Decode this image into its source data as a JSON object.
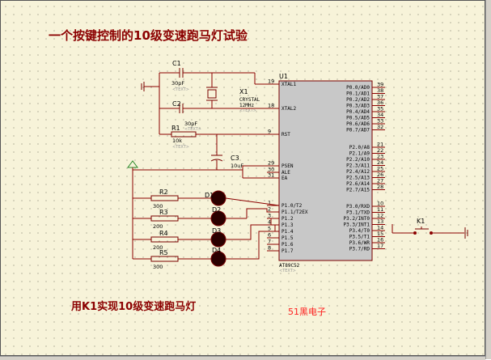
{
  "title": "一个按键控制的10级变速跑马灯试验",
  "caption": "用K1实现10级变速跑马灯",
  "watermark": "51黑电子",
  "components": {
    "c1": {
      "ref": "C1",
      "value": "30pF",
      "sub": "<TEXT>"
    },
    "c2": {
      "ref": "C2",
      "value": "30pF",
      "sub": "<TEXT>"
    },
    "c3": {
      "ref": "C3",
      "value": "10uF",
      "sub": "<TEXT>"
    },
    "x1": {
      "ref": "X1",
      "value1": "CRYSTAL",
      "value2": "12MHz",
      "sub": "<TEXT>"
    },
    "r1": {
      "ref": "R1",
      "value": "10k",
      "sub": "<TEXT>"
    },
    "r2": {
      "ref": "R2",
      "value": "300"
    },
    "r3": {
      "ref": "R3",
      "value": "200"
    },
    "r4": {
      "ref": "R4",
      "value": "200"
    },
    "r5": {
      "ref": "R5",
      "value": "300"
    },
    "d1": {
      "ref": "D1"
    },
    "d2": {
      "ref": "D2"
    },
    "d3": {
      "ref": "D3"
    },
    "d4": {
      "ref": "D4"
    },
    "k1": {
      "ref": "K1"
    },
    "u1": {
      "ref": "U1",
      "part": "AT89C52",
      "sub": "<TEXT>"
    }
  },
  "u1_left_pins": [
    {
      "num": "19",
      "name": "XTAL1"
    },
    {
      "num": "18",
      "name": "XTAL2"
    },
    {
      "num": "9",
      "name": "RST"
    },
    {
      "num": "29",
      "name": "PSEN"
    },
    {
      "num": "30",
      "name": "ALE"
    },
    {
      "num": "31",
      "name": "EA"
    },
    {
      "num": "1",
      "name": "P1.0/T2"
    },
    {
      "num": "2",
      "name": "P1.1/T2EX"
    },
    {
      "num": "3",
      "name": "P1.2"
    },
    {
      "num": "4",
      "name": "P1.3"
    },
    {
      "num": "5",
      "name": "P1.4"
    },
    {
      "num": "6",
      "name": "P1.5"
    },
    {
      "num": "7",
      "name": "P1.6"
    },
    {
      "num": "8",
      "name": "P1.7"
    }
  ],
  "u1_right_pins": [
    {
      "num": "39",
      "name": "P0.0/AD0"
    },
    {
      "num": "38",
      "name": "P0.1/AD1"
    },
    {
      "num": "37",
      "name": "P0.2/AD2"
    },
    {
      "num": "36",
      "name": "P0.3/AD3"
    },
    {
      "num": "35",
      "name": "P0.4/AD4"
    },
    {
      "num": "34",
      "name": "P0.5/AD5"
    },
    {
      "num": "33",
      "name": "P0.6/AD6"
    },
    {
      "num": "32",
      "name": "P0.7/AD7"
    },
    {
      "num": "21",
      "name": "P2.0/A8"
    },
    {
      "num": "22",
      "name": "P2.1/A9"
    },
    {
      "num": "23",
      "name": "P2.2/A10"
    },
    {
      "num": "24",
      "name": "P2.3/A11"
    },
    {
      "num": "25",
      "name": "P2.4/A12"
    },
    {
      "num": "26",
      "name": "P2.5/A13"
    },
    {
      "num": "27",
      "name": "P2.6/A14"
    },
    {
      "num": "28",
      "name": "P2.7/A15"
    },
    {
      "num": "10",
      "name": "P3.0/RXD"
    },
    {
      "num": "11",
      "name": "P3.1/TXD"
    },
    {
      "num": "12",
      "name": "P3.2/INT0"
    },
    {
      "num": "13",
      "name": "P3.3/INT1"
    },
    {
      "num": "14",
      "name": "P3.4/T0"
    },
    {
      "num": "15",
      "name": "P3.5/T1"
    },
    {
      "num": "16",
      "name": "P3.6/WR"
    },
    {
      "num": "17",
      "name": "P3.7/RD"
    }
  ],
  "colors": {
    "canvas": "#f7f3d9",
    "chip_fill": "#c8c8c8",
    "wire": "#8b0000",
    "title": "#8b0000",
    "watermark": "#ff2020",
    "led_off": "#2a0000"
  }
}
